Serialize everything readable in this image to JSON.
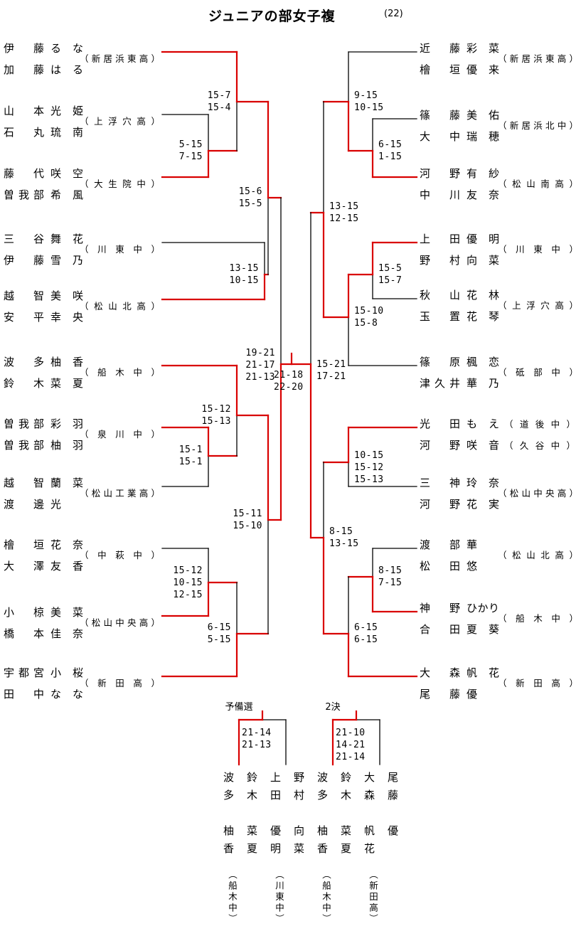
{
  "title": "ジュニアの部女子複",
  "entry_count": "(22)",
  "colors": {
    "red": "#d90000",
    "black": "#000000"
  },
  "left_teams": [
    {
      "p1": "伊藤 るな",
      "p2": "加藤 はる",
      "school": "新居浜東高",
      "red": true
    },
    {
      "p1": "山本 光姫",
      "p2": "石丸 琉南",
      "school": "上浮穴高",
      "red": false
    },
    {
      "p1": "藤代 咲空",
      "p2": "曽我部 希風",
      "school": "大生院中",
      "red": true
    },
    {
      "p1": "三谷 舞花",
      "p2": "伊藤 雪乃",
      "school": "川東中",
      "red": false
    },
    {
      "p1": "越智 美咲",
      "p2": "安平 幸央",
      "school": "松山北高",
      "red": true
    },
    {
      "p1": "波多 柚香",
      "p2": "鈴木 菜夏",
      "school": "船木中",
      "red": true
    },
    {
      "p1": "曽我部 彩羽",
      "p2": "曽我部 柚羽",
      "school": "泉川中",
      "red": true
    },
    {
      "p1": "越智 蘭菜",
      "p2": "渡邊 光",
      "school": "松山工業高",
      "red": false
    },
    {
      "p1": "檜垣 花奈",
      "p2": "大澤 友香",
      "school": "中萩中",
      "red": false
    },
    {
      "p1": "小椋 美菜",
      "p2": "橋本 佳奈",
      "school": "松山中央高",
      "red": true
    },
    {
      "p1": "宇都宮 小桜",
      "p2": "田中 なな",
      "school": "新田高",
      "red": true
    }
  ],
  "right_teams": [
    {
      "p1": "近藤 彩菜",
      "p2": "檜垣 優来",
      "school": "新居浜東高",
      "red": false
    },
    {
      "p1": "篠藤 美佑",
      "p2": "大中 瑞穂",
      "school": "新居浜北中",
      "red": false
    },
    {
      "p1": "河野 有紗",
      "p2": "中川 友奈",
      "school": "松山南高",
      "red": true
    },
    {
      "p1": "上田 優明",
      "p2": "野村 向菜",
      "school": "川東中",
      "red": true
    },
    {
      "p1": "秋山 花林",
      "p2": "玉置 花琴",
      "school": "上浮穴高",
      "red": false
    },
    {
      "p1": "篠原 楓恋",
      "p2": "津久井 華乃",
      "school": "砥部中",
      "red": false
    },
    {
      "p1": "光田 もえ",
      "p2": "河野 咲音",
      "school1": "道後中",
      "school2": "久谷中",
      "red": true
    },
    {
      "p1": "三神 玲奈",
      "p2": "河野 花実",
      "school": "松山中央高",
      "red": false
    },
    {
      "p1": "渡部 華",
      "p2": "松田 悠",
      "school": "松山北高",
      "red": false
    },
    {
      "p1": "神野 ひかり",
      "p2": "合田 夏葵",
      "school": "船木中",
      "red": true
    },
    {
      "p1": "大森 帆花",
      "p2": "尾藤 優",
      "school": "新田高",
      "red": true
    }
  ],
  "match_scores": [
    {
      "id": "L-B",
      "lines": [
        "15-7",
        "15-4"
      ]
    },
    {
      "id": "L-A",
      "lines": [
        "5-15",
        "7-15"
      ]
    },
    {
      "id": "L-D",
      "lines": [
        "15-6",
        "15-5"
      ]
    },
    {
      "id": "L-C",
      "lines": [
        "13-15",
        "10-15"
      ]
    },
    {
      "id": "L-SF",
      "lines": [
        "19-21",
        "21-17",
        "21-13"
      ]
    },
    {
      "id": "FINAL",
      "lines": [
        "21-18",
        "22-20"
      ]
    },
    {
      "id": "L-G",
      "lines": [
        "15-12",
        "15-13"
      ]
    },
    {
      "id": "L-F",
      "lines": [
        "15-1",
        "15-1"
      ]
    },
    {
      "id": "L-H",
      "lines": [
        "15-11",
        "15-10"
      ]
    },
    {
      "id": "L-J",
      "lines": [
        "15-12",
        "10-15",
        "12-15"
      ]
    },
    {
      "id": "L-K",
      "lines": [
        "6-15",
        "5-15"
      ]
    },
    {
      "id": "R-B",
      "lines": [
        "9-15",
        "10-15"
      ]
    },
    {
      "id": "R-A",
      "lines": [
        "6-15",
        "1-15"
      ]
    },
    {
      "id": "R-D",
      "lines": [
        "13-15",
        "12-15"
      ]
    },
    {
      "id": "R-C",
      "lines": [
        "15-5",
        "15-7"
      ]
    },
    {
      "id": "R-E",
      "lines": [
        "15-10",
        "15-8"
      ]
    },
    {
      "id": "R-SF",
      "lines": [
        "15-21",
        "17-21"
      ]
    },
    {
      "id": "R-F",
      "lines": [
        "10-15",
        "15-12",
        "15-13"
      ]
    },
    {
      "id": "R-I",
      "lines": [
        "8-15",
        "13-15"
      ]
    },
    {
      "id": "R-G",
      "lines": [
        "8-15",
        "7-15"
      ]
    },
    {
      "id": "R-H",
      "lines": [
        "6-15",
        "6-15"
      ]
    }
  ],
  "playoffs": [
    {
      "label": "予備選",
      "scores": [
        "21-14",
        "21-13"
      ],
      "team1": {
        "p1": "波多 柚香",
        "p2": "鈴木 菜夏",
        "school": "船木中"
      },
      "team2": {
        "p1": "上田 優明",
        "p2": "野村 向菜",
        "school": "川東中"
      }
    },
    {
      "label": "2決",
      "scores": [
        "21-10",
        "14-21",
        "21-14"
      ],
      "team1": {
        "p1": "波多 柚香",
        "p2": "鈴木 菜夏",
        "school": "船木中"
      },
      "team2": {
        "p1": "大森 帆花",
        "p2": "尾藤 優",
        "school": "新田高"
      }
    }
  ]
}
